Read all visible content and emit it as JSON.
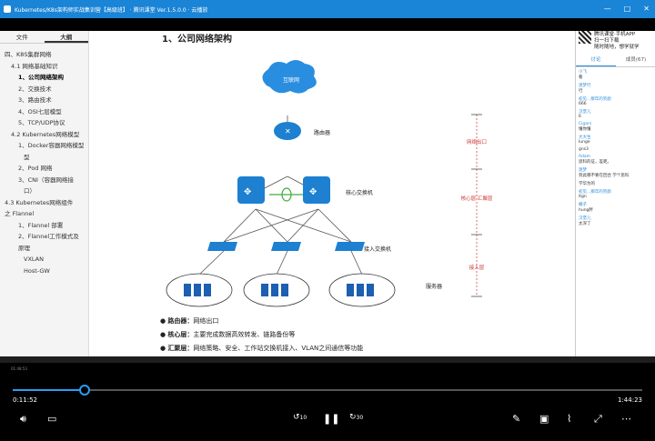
{
  "window": {
    "title": "Kubernetes/K8s架构师实战集训营【高级班】 · 腾讯课堂 Ver.1.5.0.0 · 云播放"
  },
  "outline": {
    "tabs": [
      "文件",
      "大纲"
    ],
    "items": [
      {
        "text": "四、K8S集群网络",
        "level": 0
      },
      {
        "text": "4.1 网络基础知识",
        "level": 1
      },
      {
        "text": "1、公司网络架构",
        "level": 2,
        "selected": true
      },
      {
        "text": "2、交换技术",
        "level": 2
      },
      {
        "text": "3、路由技术",
        "level": 2
      },
      {
        "text": "4、OSI七层模型",
        "level": 2
      },
      {
        "text": "5、TCP/UDP协议",
        "level": 2
      },
      {
        "text": "4.2 Kubernetes网络模型",
        "level": 1
      },
      {
        "text": "1、Docker容器网络模型",
        "level": 2
      },
      {
        "text": "型",
        "level": 3
      },
      {
        "text": "2、Pod 网络",
        "level": 2
      },
      {
        "text": "3、CNI（容器网络接",
        "level": 2
      },
      {
        "text": "口）",
        "level": 3
      },
      {
        "text": "4.3 Kubernetes网络组件",
        "level": 0
      },
      {
        "text": "之 Flannel",
        "level": 0
      },
      {
        "text": "1、Flannel 部署",
        "level": 2
      },
      {
        "text": "2、Flannel工作模式及",
        "level": 2
      },
      {
        "text": "原理",
        "level": 2
      },
      {
        "text": "VXLAN",
        "level": 3
      },
      {
        "text": "Host-GW",
        "level": 3
      }
    ]
  },
  "slide": {
    "title": "1、公司网络架构",
    "diagram": {
      "internet": "互联网",
      "router": "路由器",
      "core": "核心交换机",
      "access": "接入交换机",
      "server": "服务器",
      "zones": [
        "网络出口",
        "核心层\n汇聚层",
        "接入层"
      ]
    },
    "bullets": [
      {
        "term": "路由器：",
        "text": "网络出口"
      },
      {
        "term": "核心层：",
        "text": "主要完成数据高效转发、链路备份等"
      },
      {
        "term": "汇聚层：",
        "text": "网络策略、安全、工作站交换机接入、VLAN之间通信等功能"
      }
    ]
  },
  "chat": {
    "brand": "腾讯课堂·手机APP",
    "brand_sub1": "扫一扫下载",
    "brand_sub2": "随时随地，想学就学",
    "tabs": [
      "讨论",
      "成员(67)"
    ],
    "messages": [
      {
        "user": "小飞",
        "text": "看"
      },
      {
        "user": "逐梦行",
        "text": "行"
      },
      {
        "user": "初见...那年的笑颜",
        "text": "666"
      },
      {
        "user": "汉堡儿",
        "text": "6"
      },
      {
        "user": "Cigars",
        "text": "懂你懂"
      },
      {
        "user": "大大生",
        "text": "lunge"
      },
      {
        "user": "",
        "text": "gns3"
      },
      {
        "user": "Adam",
        "text": "思科的证，差距。"
      },
      {
        "user": "逐梦",
        "text": "到此哪不要在回合 学个思科"
      },
      {
        "user": "",
        "text": "学华为的"
      },
      {
        "user": "初见...那年的笑颜",
        "text": "itgn"
      },
      {
        "user": "橘子",
        "text": "hung胖"
      },
      {
        "user": "汉堡儿",
        "text": "太深了"
      }
    ]
  },
  "player": {
    "status_text": "01:48:53",
    "current_time": "0:11:52",
    "total_time": "1:44:23",
    "progress": 0.1137,
    "skip_back": "10",
    "skip_fwd": "30"
  }
}
